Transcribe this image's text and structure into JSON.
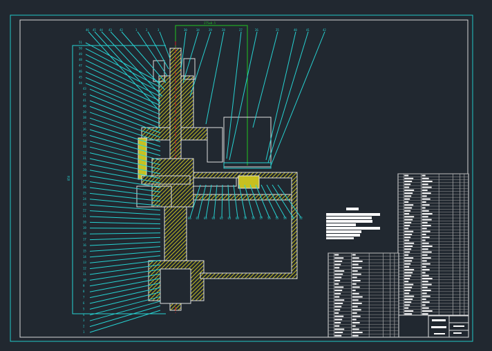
{
  "drawing": {
    "type": "CAD mechanical assembly drawing",
    "background": "#212830",
    "colors": {
      "frame_outer": "#21c8c8",
      "frame_inner": "#d8d8d8",
      "leader": "#27d3d3",
      "hatch": "#c8c020",
      "centerline": "#d02020",
      "dimension": "#21c421",
      "outline": "#e0e0e0",
      "table_text": "#ffffff"
    },
    "top_dimension_text": "275±0.5",
    "left_dimension_text": "850",
    "top_labels": [
      "46",
      "45",
      "44",
      "43",
      "42",
      "1",
      "2",
      "3",
      "30",
      "34",
      "29",
      "28",
      "27",
      "26",
      "25",
      "40",
      "41",
      "42",
      "43"
    ],
    "left_labels": [
      "51",
      "50",
      "49",
      "48",
      "47",
      "46",
      "45",
      "44",
      "43",
      "42",
      "41",
      "40",
      "39",
      "38",
      "37",
      "36",
      "35",
      "34",
      "33",
      "32",
      "31",
      "30",
      "29",
      "28",
      "27",
      "26",
      "25",
      "24",
      "23",
      "22",
      "21",
      "20",
      "19",
      "18",
      "17",
      "16",
      "15",
      "14",
      "13",
      "12",
      "11",
      "10",
      "9",
      "8",
      "7",
      "6",
      "5",
      "4",
      "3",
      "2",
      "1"
    ],
    "bottom_labels": [
      "66",
      "65",
      "64",
      "63",
      "62",
      "61",
      "60",
      "59",
      "58",
      "57",
      "56",
      "55",
      "54",
      "53",
      "52"
    ],
    "technical_requirements": {
      "title": "技术要求",
      "lines": [
        "1.",
        "2.",
        "3.",
        "4.",
        "5.",
        "6.",
        "7."
      ]
    },
    "parts_list_rows": 48,
    "title_block": {
      "drawing_name": "装配图",
      "scale": "1:1",
      "sheet": "A0"
    }
  }
}
